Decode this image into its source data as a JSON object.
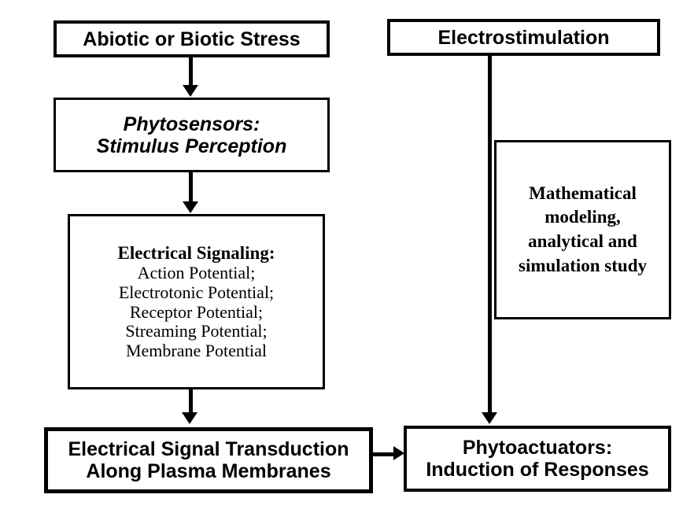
{
  "diagram": {
    "title": "Plant electrophysiology signal flow diagram",
    "background_color": "#ffffff",
    "line_color": "#000000",
    "nodes": {
      "stress": {
        "label": "Abiotic or Biotic Stress"
      },
      "phytosensors": {
        "line1": "Phytosensors:",
        "line2": "Stimulus Perception"
      },
      "electrical_signaling": {
        "heading": "Electrical Signaling:",
        "items": [
          "Action Potential;",
          "Electrotonic Potential;",
          "Receptor Potential;",
          "Streaming Potential;",
          "Membrane Potential"
        ]
      },
      "transduction": {
        "line1": "Electrical Signal Transduction",
        "line2": "Along Plasma Membranes"
      },
      "electrostimulation": {
        "label": "Electrostimulation"
      },
      "math": {
        "line1": "Mathematical",
        "line2": "modeling,",
        "line3": "analytical and",
        "line4": "simulation study"
      },
      "phytoactuators": {
        "line1": "Phytoactuators:",
        "line2": "Induction of Responses"
      }
    },
    "connectors": [
      {
        "name": "stress-to-phytosensors",
        "from": "stress",
        "to": "phytosensors",
        "style": "arrow-down"
      },
      {
        "name": "phytosensors-to-electrical-signaling",
        "from": "phytosensors",
        "to": "electrical_signaling",
        "style": "arrow-down"
      },
      {
        "name": "electrical-signaling-to-transduction",
        "from": "electrical_signaling",
        "to": "transduction",
        "style": "arrow-down"
      },
      {
        "name": "transduction-to-phytoactuators",
        "from": "transduction",
        "to": "phytoactuators",
        "style": "arrow-right"
      },
      {
        "name": "electrostimulation-to-phytoactuators",
        "from": "electrostimulation",
        "to": "phytoactuators",
        "style": "arrow-down"
      }
    ]
  }
}
